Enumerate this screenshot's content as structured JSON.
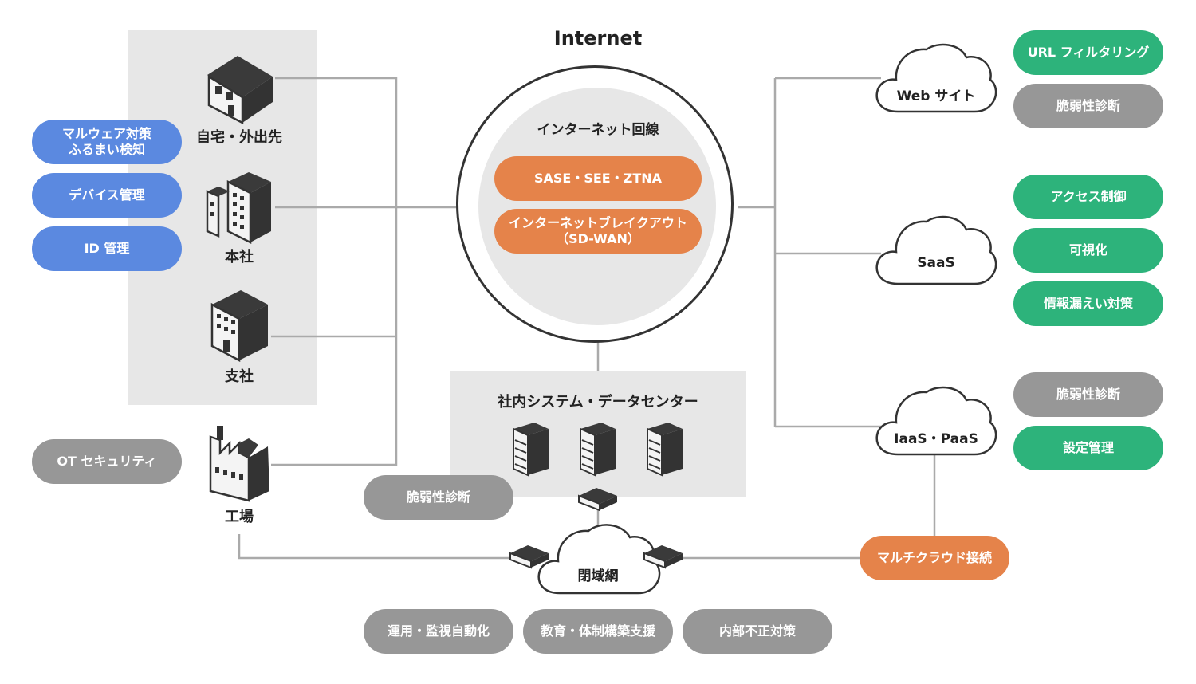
{
  "internet": {
    "title": "Internet",
    "circle_label": "インターネット回線",
    "sase": "SASE・SEE・ZTNA",
    "breakout_line1": "インターネットブレイクアウト",
    "breakout_line2": "（SD-WAN）"
  },
  "sites": {
    "home": "自宅・外出先",
    "hq": "本社",
    "branch": "支社",
    "factory": "工場"
  },
  "left_pills": {
    "malware_line1": "マルウェア対策",
    "malware_line2": "ふるまい検知",
    "device": "デバイス管理",
    "id": "ID 管理",
    "ot": "OT セキュリティ"
  },
  "datacenter": {
    "title": "社内システム・データセンター",
    "vuln": "脆弱性診断"
  },
  "closed_network": "閉域網",
  "clouds": {
    "web": "Web サイト",
    "saas": "SaaS",
    "iaas": "IaaS・PaaS"
  },
  "right_pills": {
    "url": "URL フィルタリング",
    "web_vuln": "脆弱性診断",
    "access": "アクセス制御",
    "visible": "可視化",
    "leak": "情報漏えい対策",
    "iaas_vuln": "脆弱性診断",
    "config": "設定管理"
  },
  "multicloud": "マルチクラウド接続",
  "bottom_pills": {
    "ops": "運用・監視自動化",
    "edu": "教育・体制構築支援",
    "insider": "内部不正対策"
  },
  "colors": {
    "blue": "#5b89e0",
    "green": "#2db37b",
    "gray": "#979797",
    "orange": "#e5834a",
    "panel": "#e7e7e7",
    "line": "#aaaaaa"
  }
}
